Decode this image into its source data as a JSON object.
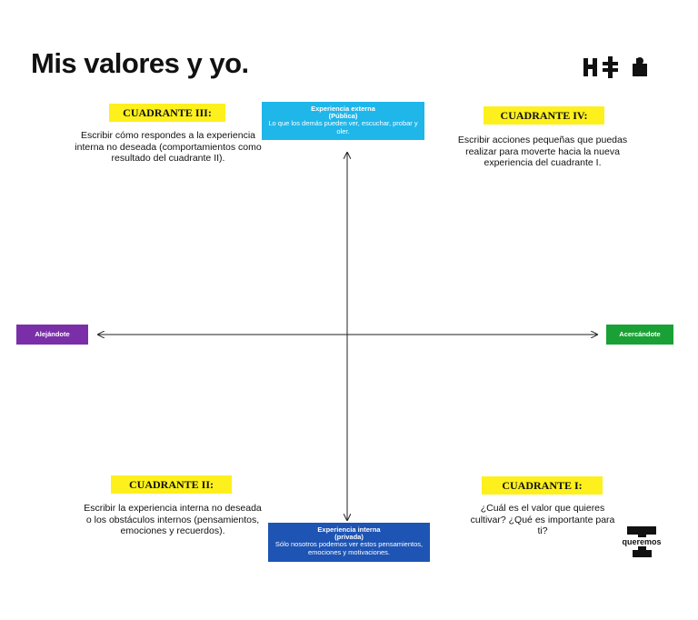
{
  "title": "Mis valores y yo.",
  "colors": {
    "yellow": "#fdf01c",
    "light_blue": "#1fb6ea",
    "dark_blue": "#1e54b3",
    "purple": "#7a2fa8",
    "green": "#1aa135"
  },
  "icons": {
    "top_logo": "puzzle-logo-icon",
    "bottom_logo": "queremos-logo-icon"
  },
  "quadrants": {
    "q3": {
      "label": "CUADRANTE III:",
      "text": "Escribir cómo respondes a la experiencia interna no deseada (comportamientos como resultado del cuadrante II)."
    },
    "q4": {
      "label": "CUADRANTE IV:",
      "text": "Escribir acciones pequeñas que puedas realizar para moverte hacia la nueva experiencia del cuadrante I."
    },
    "q2": {
      "label": "CUADRANTE II:",
      "text": "Escribir la experiencia interna no deseada o los obstáculos internos (pensamientos, emociones y recuerdos)."
    },
    "q1": {
      "label": "CUADRANTE I:",
      "text": "¿Cuál es el valor que quieres cultivar? ¿Qué es importante para ti?"
    }
  },
  "axes": {
    "top": {
      "title": "Experiencia externa",
      "subtitle": "(Pública)",
      "desc": "Lo que los demás pueden ver, escuchar, probar y oler."
    },
    "bottom": {
      "title": "Experiencia interna",
      "subtitle": "(privada)",
      "desc": "Sólo nosotros podemos ver estos pensamientos, emociones y motivaciones."
    },
    "left": "Alejándote",
    "right": "Acercándote"
  },
  "logo_bottom_text": "queremos"
}
